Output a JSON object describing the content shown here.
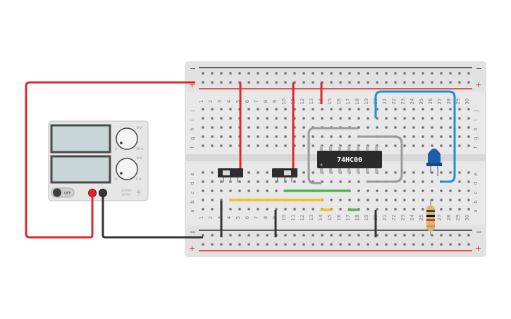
{
  "breadboard": {
    "column_numbers": [
      "1",
      "2",
      "3",
      "4",
      "5",
      "6",
      "7",
      "8",
      "9",
      "10",
      "11",
      "12",
      "13",
      "14",
      "15",
      "16",
      "17",
      "18",
      "19",
      "20",
      "21",
      "22",
      "23",
      "24",
      "25",
      "26",
      "27",
      "28",
      "29",
      "30"
    ],
    "row_letters_top": [
      "j",
      "i",
      "h",
      "g",
      "f"
    ],
    "row_letters_bottom": [
      "e",
      "d",
      "c",
      "b",
      "a"
    ],
    "rail_minus": "−",
    "rail_plus": "+"
  },
  "chip": {
    "label": "74HC00"
  },
  "power_supply": {
    "off_label": "OFF",
    "knob1_top": "0 V",
    "knob1_left": "0",
    "knob1_right": "30 V",
    "knob2_top": "0 A",
    "knob2_left": "0",
    "knob2_right": "5 A",
    "brand_line1": "POWER",
    "brand_line2": "SUPPLY"
  },
  "colors": {
    "wire_red": "#e0262b",
    "wire_black": "#333333",
    "wire_blue": "#1f8fd6",
    "wire_yellow": "#f2c21b",
    "wire_green": "#4db848",
    "board": "#ececec",
    "rail_red": "#d9262b",
    "rail_black": "#333333"
  }
}
